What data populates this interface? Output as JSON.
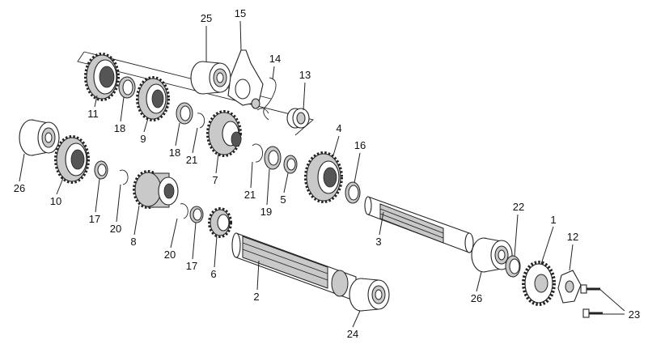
{
  "labels": {
    "p1": "1",
    "p2": "2",
    "p3": "3",
    "p4": "4",
    "p5": "5",
    "p6": "6",
    "p7": "7",
    "p8": "8",
    "p9": "9",
    "p10": "10",
    "p11": "11",
    "p12": "12",
    "p13": "13",
    "p14": "14",
    "p15": "15",
    "p16": "16",
    "p17a": "17",
    "p17b": "17",
    "p18a": "18",
    "p18b": "18",
    "p19": "19",
    "p20a": "20",
    "p20b": "20",
    "p21a": "21",
    "p21b": "21",
    "p22": "22",
    "p23": "23",
    "p24": "24",
    "p25": "25",
    "p26a": "26",
    "p26b": "26"
  }
}
